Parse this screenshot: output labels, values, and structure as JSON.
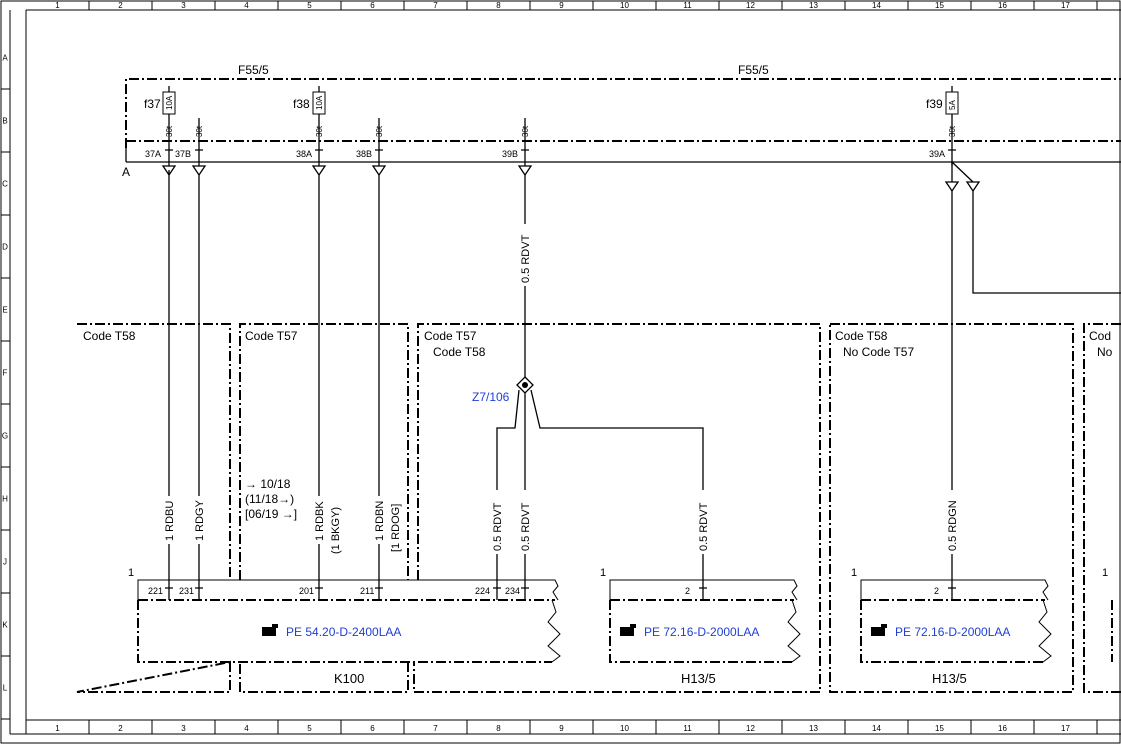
{
  "grid": {
    "columns": [
      "1",
      "2",
      "3",
      "4",
      "5",
      "6",
      "7",
      "8",
      "9",
      "10",
      "11",
      "12",
      "13",
      "14",
      "15",
      "16",
      "17"
    ],
    "rows": [
      "A",
      "B",
      "C",
      "D",
      "E",
      "F",
      "G",
      "H",
      "J",
      "K",
      "L"
    ]
  },
  "fuse_box": {
    "labels": [
      "F55/5",
      "F55/5"
    ],
    "bus_label": "A",
    "fuses": [
      {
        "name": "f37",
        "rating": "10A"
      },
      {
        "name": "f38",
        "rating": "10A"
      },
      {
        "name": "f39",
        "rating": "5A"
      }
    ],
    "terminal_label": "30t",
    "pins": [
      "37A",
      "37B",
      "38A",
      "38B",
      "39B",
      "39A"
    ]
  },
  "wires": {
    "w37a": "1 RDBU",
    "w37b": "1 RDGY",
    "w38a": "1 RDBK",
    "w38a_alt": "(1 BKGY)",
    "w38b": "1 RDBN",
    "w38b_alt": "[1 RDOG]",
    "w39b_top": "0.5 RDVT",
    "w_left": "0.5 RDVT",
    "w_mid": "0.5 RDVT",
    "w_right": "0.5 RDVT",
    "w39a": "0.5 RDGN"
  },
  "splice": {
    "label": "Z7/106"
  },
  "code_boxes": [
    {
      "line1": "Code T58",
      "line2": ""
    },
    {
      "line1": "Code T57",
      "line2": ""
    },
    {
      "line1": "Code T57",
      "line2": "Code T58"
    },
    {
      "line1": "Code T58",
      "line2": "No Code T57"
    },
    {
      "line1": "Cod",
      "line2": "No"
    }
  ],
  "date_notes": [
    "→ 10/18",
    "(11/18→)",
    "[06/19 →]"
  ],
  "components": [
    {
      "name": "K100",
      "ref": "PE 54.20-D-2400LAA",
      "pin1": "1",
      "pins": [
        "221",
        "231",
        "201",
        "211",
        "224",
        "234"
      ]
    },
    {
      "name": "H13/5",
      "ref": "PE 72.16-D-2000LAA",
      "pin1": "1",
      "pins": [
        "2"
      ]
    },
    {
      "name": "H13/5",
      "ref": "PE 72.16-D-2000LAA",
      "pin1": "1",
      "pins": [
        "2"
      ]
    }
  ],
  "partial_pin1": "1",
  "colors": {
    "line": "#000000",
    "link": "#1f3fd6",
    "background": "#ffffff"
  }
}
